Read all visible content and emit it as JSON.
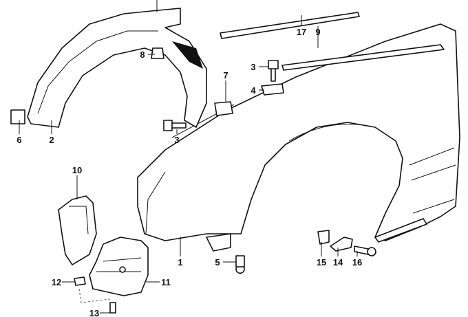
{
  "diagram": {
    "callouts": {
      "c1": "1",
      "c2": "2",
      "c3a": "3",
      "c3b": "3",
      "c4": "4",
      "c5": "5",
      "c6": "6",
      "c7": "7",
      "c8": "8",
      "c9": "9",
      "c10": "10",
      "c11": "11",
      "c12": "12",
      "c13": "13",
      "c14": "14",
      "c15": "15",
      "c16": "16",
      "c17": "17"
    }
  }
}
